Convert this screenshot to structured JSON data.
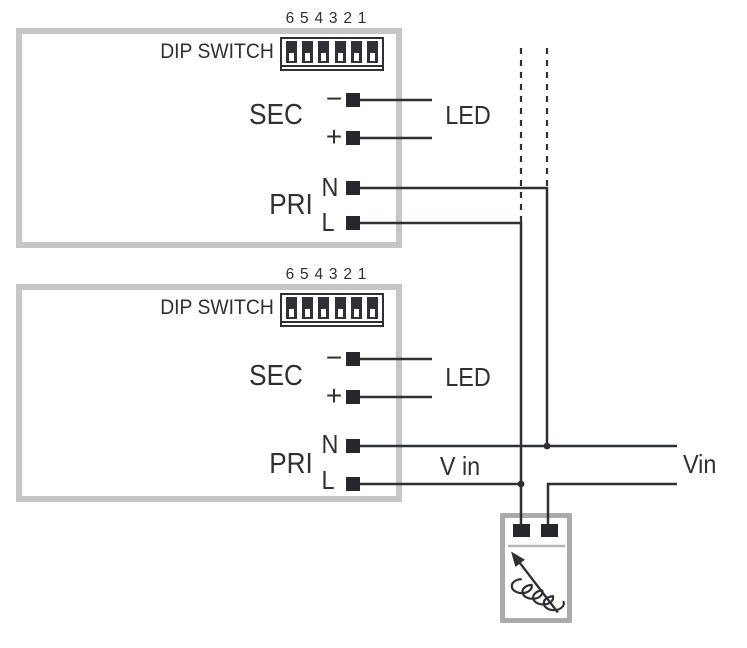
{
  "colors": {
    "line": "#2e3037",
    "terminal_fill": "#26272d",
    "driver_box_border": "#c5c6c8",
    "dimmer_box_border": "#a8aaac",
    "background": "#ffffff"
  },
  "units": [
    {
      "dip_numbers": "6 5 4 3 2 1",
      "dip_label": "DIP SWITCH",
      "dip_switch_count": 6,
      "sec_label": "SEC",
      "minus_label": "−",
      "plus_label": "+",
      "led_label": "LED",
      "pri_label": "PRI",
      "neutral_label": "N",
      "line_label": "L"
    },
    {
      "dip_numbers": "6 5 4 3 2 1",
      "dip_label": "DIP SWITCH",
      "dip_switch_count": 6,
      "sec_label": "SEC",
      "minus_label": "−",
      "plus_label": "+",
      "led_label": "LED",
      "pri_label": "PRI",
      "neutral_label": "N",
      "line_label": "L"
    }
  ],
  "power": {
    "v_in_label": "V in",
    "vin_label": "Vin"
  }
}
